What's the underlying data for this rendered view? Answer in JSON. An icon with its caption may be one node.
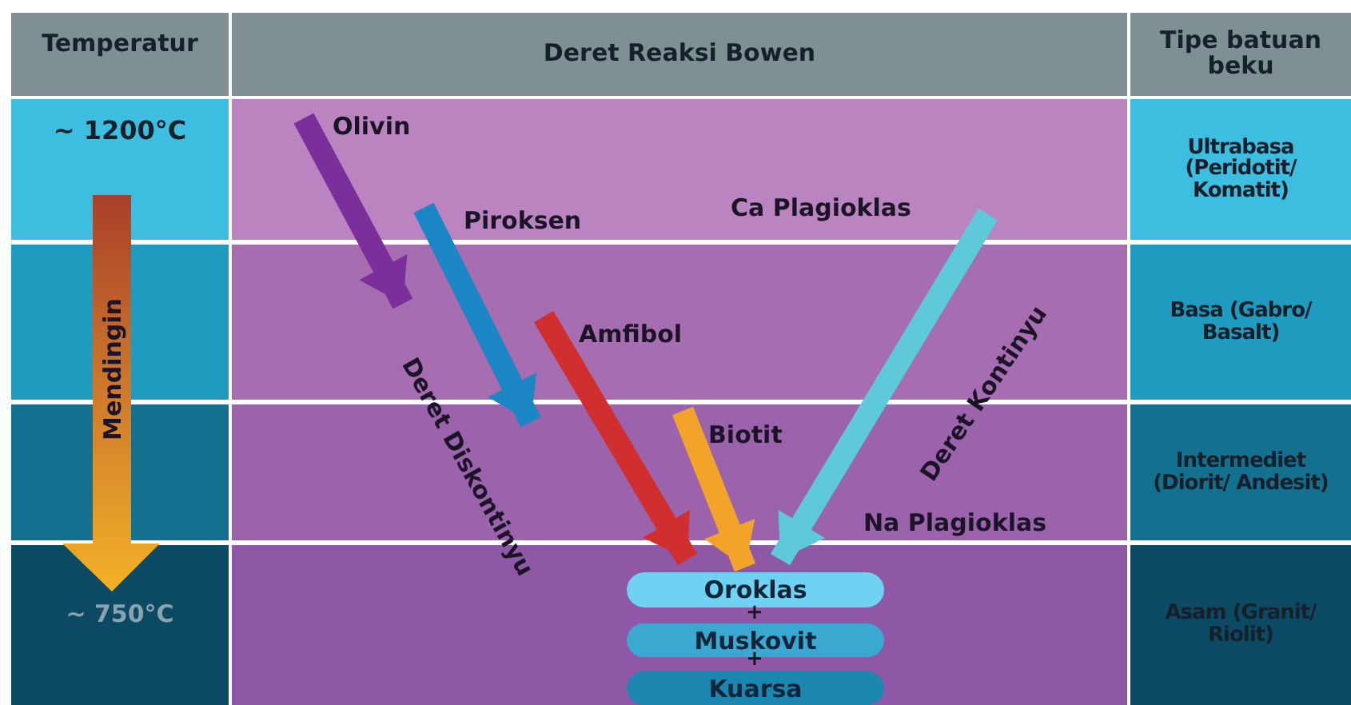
{
  "diagram": {
    "nodes": [
      {
        "text": [
          "Temperatur"
        ]
      },
      {
        "text": [
          "Deret Reaksi Bowen"
        ]
      },
      {
        "text": [
          "Tipe batuan beku"
        ]
      },
      {
        "text": [
          "~ 1200°C"
        ]
      },
      {
        "text": [],
        "shape": "box"
      },
      {
        "text": [],
        "shape": "box"
      },
      {
        "text": [
          "~ 750°C"
        ]
      },
      {
        "text": [
          "Ultrabasa (Peridotit/ Komatit)"
        ]
      },
      {
        "text": [
          "Basa (Gabro/ Basalt)"
        ]
      },
      {
        "text": [
          "Intermediet (Diorit/ Andesit)"
        ]
      },
      {
        "text": [
          "Asam (Granit/ Riolit)"
        ]
      },
      {
        "text": [
          "Olivin"
        ]
      },
      {
        "text": [
          "Piroksen"
        ]
      },
      {
        "text": [
          "Ca Plagioklas"
        ]
      },
      {
        "text": [
          "Amfibol"
        ]
      },
      {
        "text": [
          "Biotit"
        ]
      },
      {
        "text": [
          "Na Plagioklas"
        ]
      },
      {
        "text": [
          "Oroklas"
        ]
      },
      {
        "text": [
          "Muskovit"
        ]
      },
      {
        "text": [
          "Kuarsa"
        ]
      }
    ],
    "edges": [
      {
        "from": 11,
        "to": 12,
        "arrow": "to",
        "color": "#7b2f9b"
      },
      {
        "from": 12,
        "to": 14,
        "arrow": "to",
        "color": "#1a86c4"
      },
      {
        "from": 14,
        "to": 17,
        "arrow": "to",
        "color": "#d12f2f"
      },
      {
        "from": 15,
        "to": 17,
        "arrow": "to",
        "color": "#f2a42a"
      },
      {
        "from": 13,
        "to": 17,
        "arrow": "to",
        "color": "#5ec9d9"
      }
    ],
    "labels": [
      "Mendingin",
      "Deret Diskontinyu",
      "Deret Kontinyu",
      "+",
      "+"
    ]
  }
}
